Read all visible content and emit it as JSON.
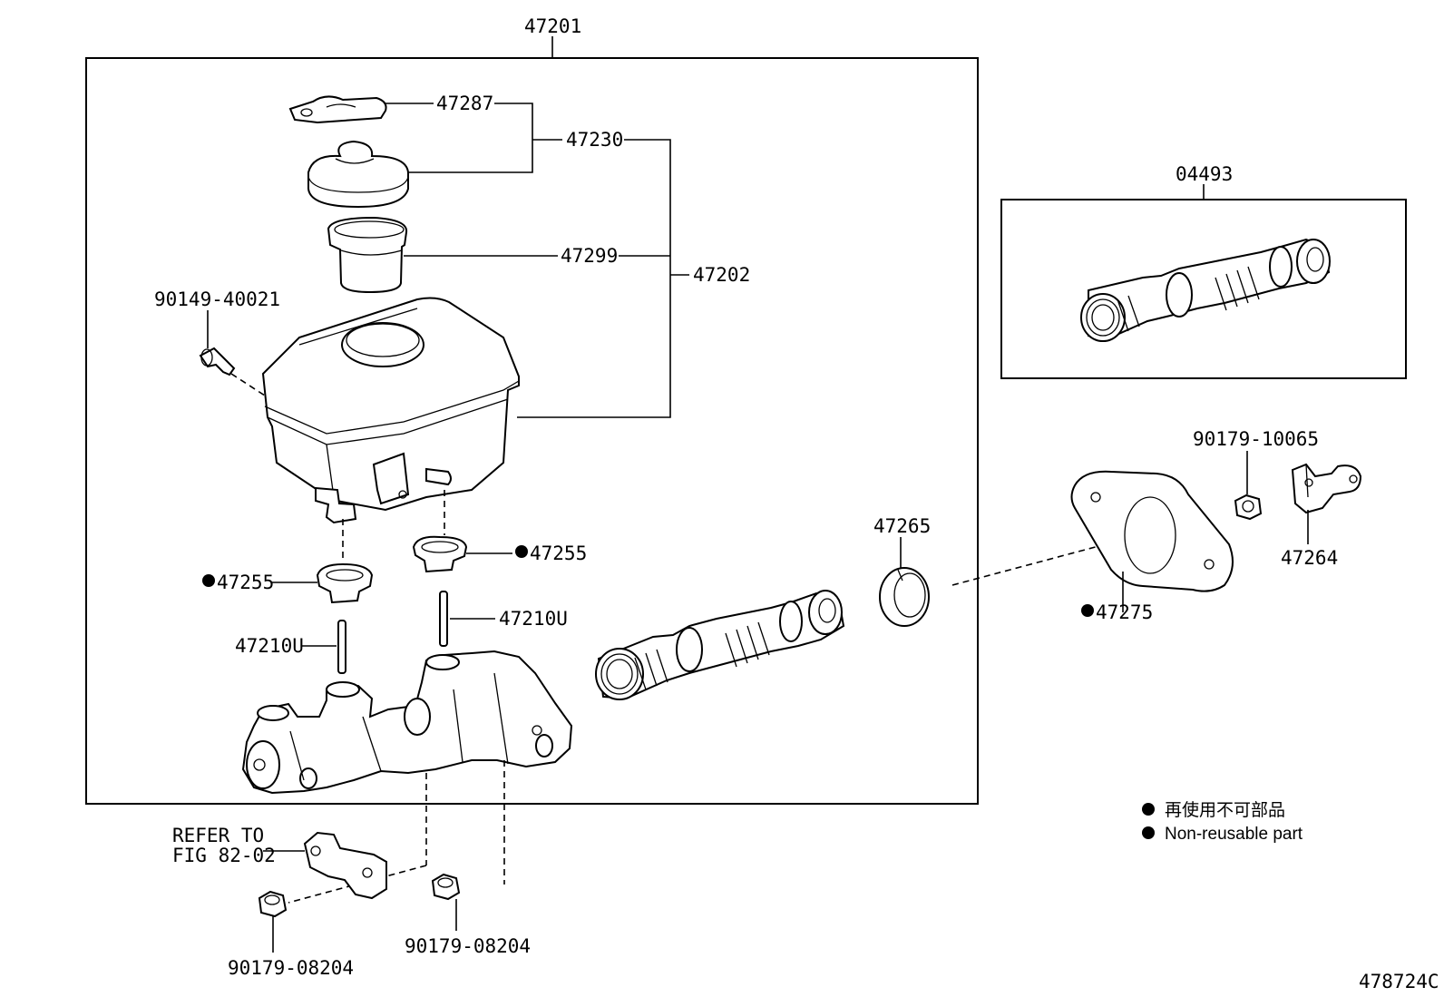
{
  "labels": {
    "assy": "47201",
    "cap_gasket": "47287",
    "cap": "47230",
    "strainer": "47299",
    "reservoir": "47202",
    "screw": "90149-40021",
    "grommet_right": "47255",
    "grommet_left": "47255",
    "pin_right": "47210U",
    "pin_left": "47210U",
    "kit": "04493",
    "seal": "47265",
    "nut_top": "90179-10065",
    "bracket": "47264",
    "gasket": "47275",
    "refer_line1": "REFER TO",
    "refer_line2": "FIG 82-02",
    "nut_left": "90179-08204",
    "nut_mid": "90179-08204",
    "figure_id": "478724C"
  },
  "legend": {
    "line_jp": "再使用不可部品",
    "line_en": "Non-reusable part"
  }
}
